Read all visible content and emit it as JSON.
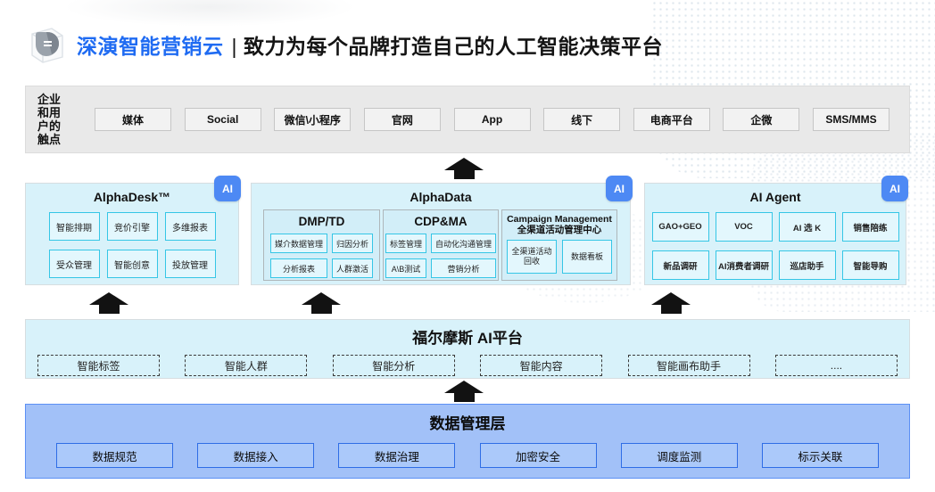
{
  "header": {
    "brand": "深演智能营销云",
    "separator": "|",
    "tagline": "致力为每个品牌打造自己的人工智能决策平台",
    "logo_icon": "cube-bubble-logo"
  },
  "touchpoints": {
    "label_lines": [
      "企业",
      "和用",
      "户的",
      "触点"
    ],
    "items": [
      "媒体",
      "Social",
      "微信\\小程序",
      "官网",
      "App",
      "线下",
      "电商平台",
      "企微",
      "SMS/MMS"
    ]
  },
  "panels": {
    "alphadesk": {
      "title": "AlphaDesk™",
      "badge": "AI",
      "items": [
        "智能排期",
        "竞价引擎",
        "多维报表",
        "受众管理",
        "智能创意",
        "投放管理"
      ]
    },
    "alphadata": {
      "title": "AlphaData",
      "badge": "AI",
      "subpanels": {
        "dmp": {
          "title": "DMP/TD",
          "items": [
            "媒介数据管理",
            "归因分析",
            "分析报表",
            "人群激活"
          ]
        },
        "cdp": {
          "title": "CDP&MA",
          "items": [
            "标签管理",
            "自动化沟通管理",
            "A\\B测试",
            "营销分析"
          ]
        },
        "campaign": {
          "title_line1": "Campaign Management",
          "title_line2": "全渠道活动管理中心",
          "items": [
            "全渠道活动回收",
            "数据看板"
          ]
        }
      }
    },
    "ai_agent": {
      "title": "AI Agent",
      "badge": "AI",
      "items": [
        "GAO+GEO",
        "VOC",
        "AI 选 K",
        "销售陪练",
        "新品调研",
        "AI消费者调研",
        "巡店助手",
        "智能导购"
      ]
    }
  },
  "ai_platform": {
    "title": "福尔摩斯 AI平台",
    "items": [
      "智能标签",
      "智能人群",
      "智能分析",
      "智能内容",
      "智能画布助手",
      "...."
    ]
  },
  "data_layer": {
    "title": "数据管理层",
    "items": [
      "数据规范",
      "数据接入",
      "数据治理",
      "加密安全",
      "调度监测",
      "标示关联"
    ]
  },
  "colors": {
    "brand_blue": "#1f6bf2",
    "panel_cyan_bg": "#d8f2fa",
    "cyan_box_border": "#35c6e6",
    "ai_badge_blue": "#4d89f4",
    "touchpoint_bar_gray": "#e9e9e9",
    "data_band_blue": "#a2c1f8",
    "data_box_border": "#2e6de6",
    "arrow_black": "#121212"
  }
}
